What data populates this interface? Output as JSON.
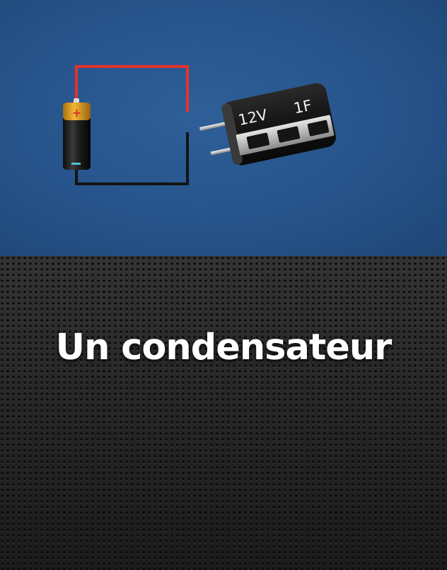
{
  "caption": {
    "title": "Un condensateur"
  },
  "circuit": {
    "battery": {
      "positive_symbol": "+",
      "negative_symbol": "−"
    },
    "capacitor": {
      "voltage_label": "12V",
      "capacitance_label": "1F"
    }
  },
  "colors": {
    "background_top": "#26538a",
    "wire_positive": "#e5322d",
    "wire_negative": "#141414",
    "battery_cap": "#e0a020",
    "battery_body": "#1c1c1c",
    "capacitor_body": "#1a1a1a",
    "capacitor_band": "#c9c9c9"
  }
}
